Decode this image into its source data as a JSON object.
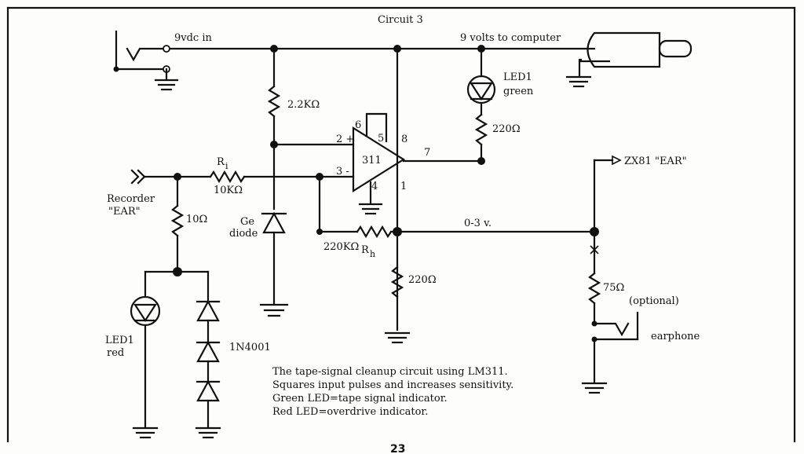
{
  "title": "Circuit 3",
  "labels": {
    "vin": "9vdc in",
    "vout": "9 volts to computer",
    "r22k": "2.2KΩ",
    "led_green_1": "LED1",
    "led_green_2": "green",
    "r220_led": "220Ω",
    "pin6": "6",
    "pin5": "5",
    "pin8": "8",
    "pin2": "2 +",
    "pin3": "3 -",
    "pin4": "4",
    "pin7": "7",
    "pin1": "1",
    "ic": "311",
    "zx81": "ZX81 \"EAR\"",
    "ri": "R",
    "ri_sub": "i",
    "r10k": "10KΩ",
    "recorder_1": "Recorder",
    "recorder_2": "\"EAR\"",
    "r10": "10Ω",
    "ge_1": "Ge",
    "ge_2": "diode",
    "v03": "0-3 v.",
    "r220k": "220KΩ",
    "rh": "R",
    "rh_sub": "h",
    "r220_out": "220Ω",
    "r75": "75Ω",
    "optional": "(optional)",
    "earphone": "earphone",
    "led_red_1": "LED1",
    "led_red_2": "red",
    "d1n4001": "1N4001"
  },
  "caption": [
    "The tape-signal cleanup circuit using LM311.",
    "Squares input pulses and increases sensitivity.",
    "Green LED=tape signal indicator.",
    "Red LED=overdrive indicator."
  ],
  "page_number": "23"
}
